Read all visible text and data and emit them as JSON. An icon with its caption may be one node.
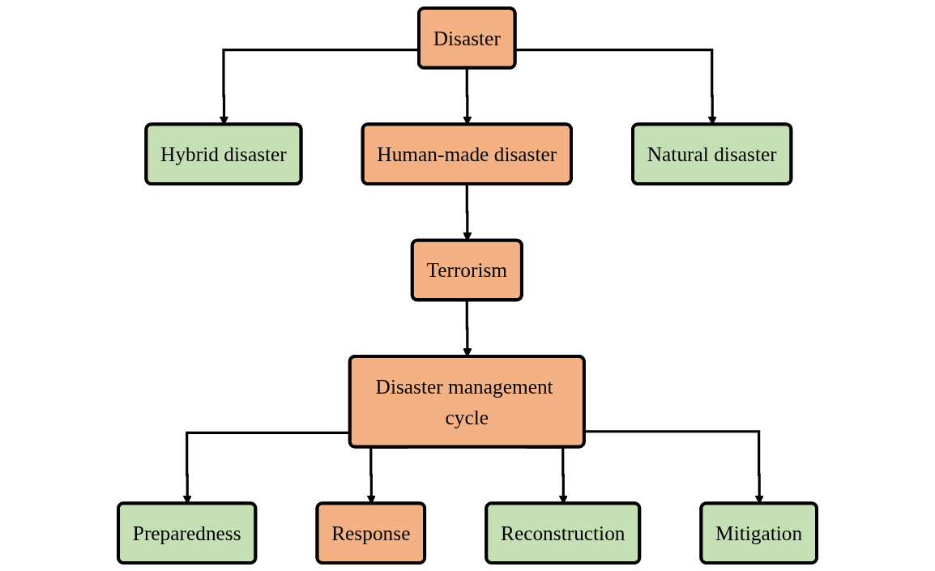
{
  "diagram": {
    "nodes": [
      {
        "text": [
          "Disaster"
        ]
      },
      {
        "text": [
          "Hybrid disaster"
        ]
      },
      {
        "text": [
          "Human-made disaster"
        ]
      },
      {
        "text": [
          "Natural disaster"
        ]
      },
      {
        "text": [
          "Terrorism"
        ]
      },
      {
        "text": [
          "Disaster management cycle"
        ]
      },
      {
        "text": [
          "Preparedness"
        ]
      },
      {
        "text": [
          "Response"
        ]
      },
      {
        "text": [
          "Reconstruction"
        ]
      },
      {
        "text": [
          "Mitigation"
        ]
      }
    ],
    "edges": [
      {
        "from": 0,
        "to": 1,
        "arrow": "to"
      },
      {
        "from": 0,
        "to": 2,
        "arrow": "to"
      },
      {
        "from": 0,
        "to": 3,
        "arrow": "to"
      },
      {
        "from": 2,
        "to": 4,
        "arrow": "to"
      },
      {
        "from": 4,
        "to": 5,
        "arrow": "to"
      },
      {
        "from": 5,
        "to": 6,
        "arrow": "to"
      },
      {
        "from": 5,
        "to": 7,
        "arrow": "to"
      },
      {
        "from": 5,
        "to": 8,
        "arrow": "to"
      },
      {
        "from": 5,
        "to": 9,
        "arrow": "to"
      }
    ]
  }
}
